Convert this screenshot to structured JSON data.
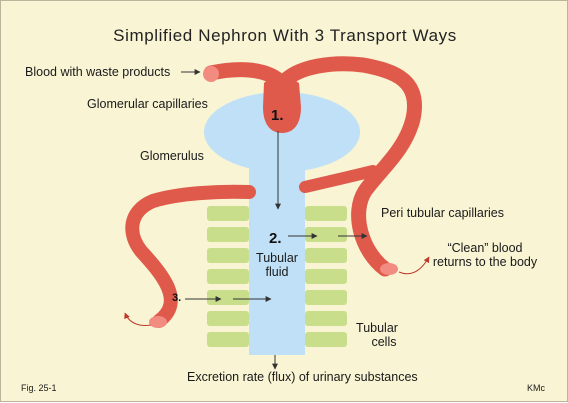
{
  "title": "Simplified Nephron With 3 Transport Ways",
  "labels": {
    "blood_waste": "Blood with waste products",
    "glom_cap": "Glomerular capillaries",
    "glomerulus": "Glomerulus",
    "peri_tub": "Peri tubular capillaries",
    "clean_blood_1": "“Clean” blood",
    "clean_blood_2": "returns to the body",
    "tub_fluid_1": "Tubular",
    "tub_fluid_2": "fluid",
    "tub_cells_1": "Tubular",
    "tub_cells_2": "cells",
    "excretion": "Excretion rate (flux) of urinary substances",
    "fig": "Fig. 25-1",
    "author": "KMc"
  },
  "transport_ways": [
    "1.",
    "2.",
    "3."
  ],
  "colors": {
    "background": "#f8f4d4",
    "vessel": "#e05a4c",
    "tubule": "#bfe0f7",
    "cells": "#c8de8a",
    "arrow": "#333333",
    "curved_arrow": "#c0392b"
  }
}
